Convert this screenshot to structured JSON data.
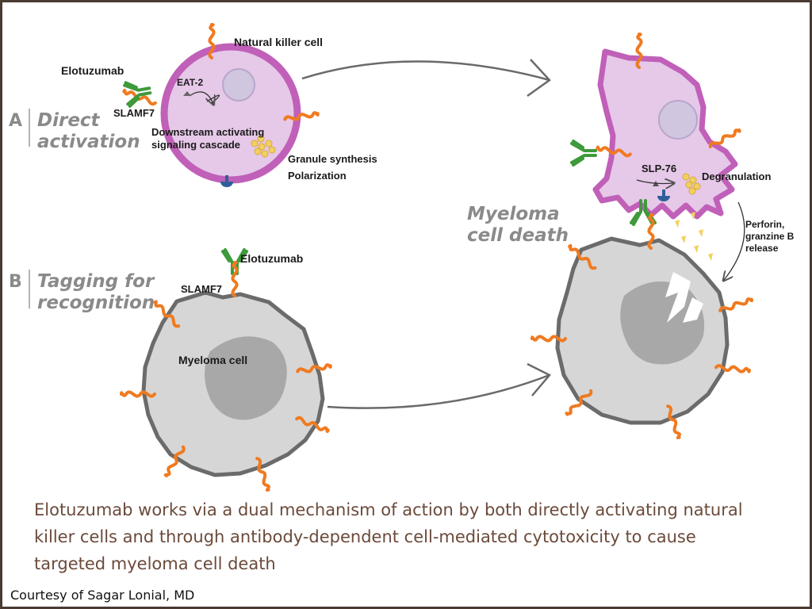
{
  "sections": {
    "a": {
      "letter": "A",
      "line1": "Direct",
      "line2": "activation"
    },
    "b": {
      "letter": "B",
      "line1": "Tagging for",
      "line2": "recognition"
    }
  },
  "labels": {
    "nk_cell": "Natural killer cell",
    "elotuzumab_a": "Elotuzumab",
    "slamf7_a": "SLAMF7",
    "eat2": "EAT-2",
    "downstream_1": "Downstream activating",
    "downstream_2": "signaling cascade",
    "granule": "Granule synthesis",
    "polarization": "Polarization",
    "slp76": "SLP-76",
    "degranulation": "Degranulation",
    "perforin_1": "Perforin,",
    "perforin_2": "granzine B",
    "perforin_3": "release",
    "elotuzumab_b": "Elotuzumab",
    "slamf7_b": "SLAMF7",
    "myeloma_cell": "Myeloma cell",
    "death_1": "Myeloma",
    "death_2": "cell death"
  },
  "caption": "Elotuzumab works via a dual mechanism of action by both directly activating natural killer cells and through antibody-dependent cell-mediated cytotoxicity to cause targeted myeloma cell death",
  "credit": "Courtesy of Sagar Lonial, MD",
  "colors": {
    "frame": "#4a3a32",
    "caption": "#6b4a3a",
    "nk_membrane": "#c060b8",
    "nk_fill": "#e6c8e8",
    "myeloma_fill": "#d6d6d6",
    "myeloma_nucleus": "#a8a8a8",
    "receptor": "#f07a20",
    "antibody": "#3e9a3a",
    "granule": "#f2d060",
    "section_label": "#8a8a8a"
  }
}
